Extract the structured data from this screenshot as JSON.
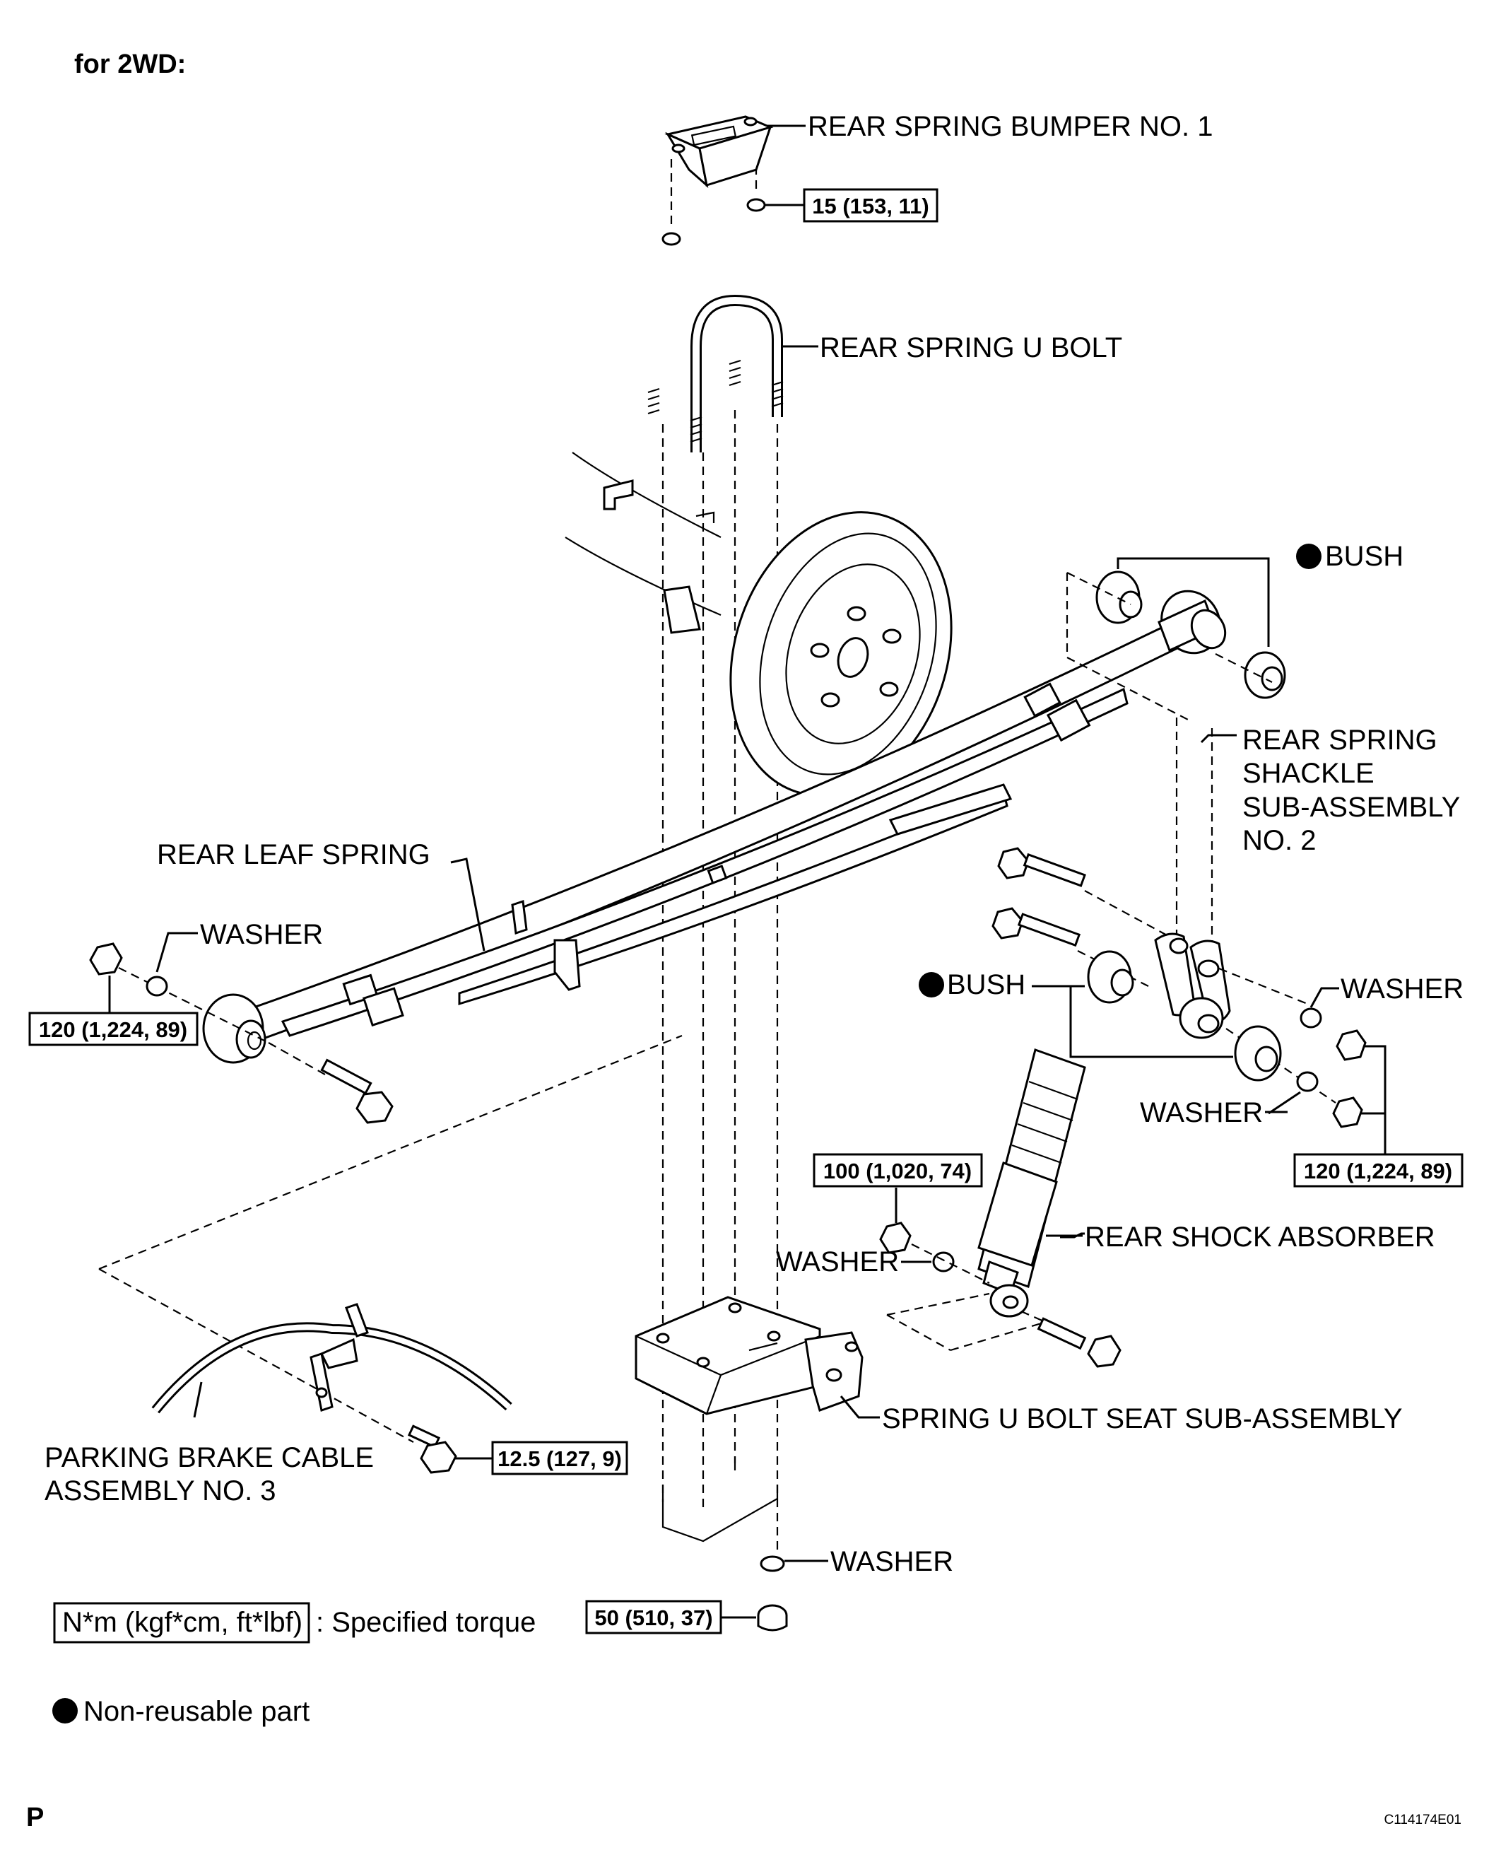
{
  "header": "for 2WD:",
  "labels": {
    "bumper": "REAR SPRING BUMPER NO. 1",
    "ubolt": "REAR SPRING U BOLT",
    "bush_top": "BUSH",
    "shackle_1": "REAR SPRING",
    "shackle_2": "SHACKLE",
    "shackle_3": "SUB-ASSEMBLY",
    "shackle_4": "NO. 2",
    "leaf": "REAR LEAF SPRING",
    "washer_left": "WASHER",
    "bush_mid": "BUSH",
    "washer_right": "WASHER",
    "washer_mid_right": "WASHER",
    "shock": "REAR SHOCK ABSORBER",
    "washer_seat": "WASHER",
    "seat": "SPRING U BOLT SEAT SUB-ASSEMBLY",
    "cable_1": "PARKING BRAKE CABLE",
    "cable_2": "ASSEMBLY NO. 3",
    "washer_bottom": "WASHER"
  },
  "torques": {
    "bumper": "15 (153, 11)",
    "leaf_front": "120 (1,224, 89)",
    "shackle": "120 (1,224, 89)",
    "shock_upper": "100 (1,020, 74)",
    "cable": "12.5 (127, 9)",
    "ubolt_nut": "50 (510, 37)"
  },
  "legend": {
    "torque_unit": "N*m (kgf*cm, ft*lbf)",
    "torque_text": ": Specified torque",
    "nonreusable": "Non-reusable part"
  },
  "footer": {
    "left": "P",
    "code": "C114174E01"
  }
}
